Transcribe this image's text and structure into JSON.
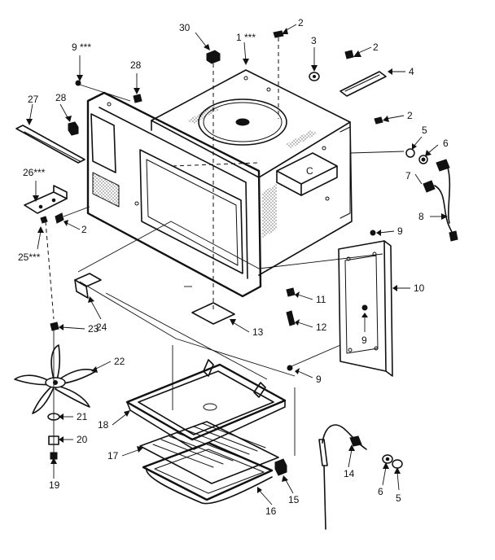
{
  "callouts": {
    "c1": "1 ***",
    "c2a": "2",
    "c2b": "2",
    "c2c": "2",
    "c2d": "2",
    "c3": "3",
    "c4": "4",
    "c5a": "5",
    "c5b": "5",
    "c6a": "6",
    "c6b": "6",
    "c7": "7",
    "c8": "8",
    "c9a": "9 ***",
    "c9b": "9",
    "c9c": "9",
    "c9d": "9",
    "c10": "10",
    "c11": "11",
    "c12": "12",
    "c13": "13",
    "c14": "14",
    "c15": "15",
    "c16": "16",
    "c17": "17",
    "c18": "18",
    "c19": "19",
    "c20": "20",
    "c21": "21",
    "c22": "22",
    "c23": "23",
    "c24": "24",
    "c25": "25***",
    "c26": "26***",
    "c27": "27",
    "c28a": "28",
    "c28b": "28",
    "c30": "30",
    "housing_letter": "C"
  }
}
